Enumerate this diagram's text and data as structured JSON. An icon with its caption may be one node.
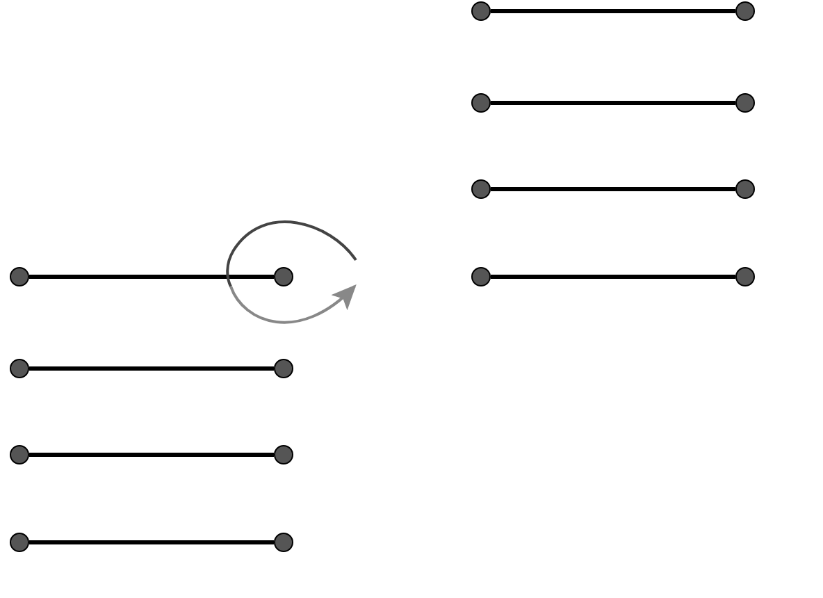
{
  "diagram": {
    "nodes": [
      {
        "text": [],
        "shape": "circle"
      },
      {
        "text": [],
        "shape": "circle"
      },
      {
        "text": [],
        "shape": "circle"
      },
      {
        "text": [],
        "shape": "circle"
      },
      {
        "text": [],
        "shape": "circle"
      },
      {
        "text": [],
        "shape": "circle"
      },
      {
        "text": [],
        "shape": "circle"
      },
      {
        "text": [],
        "shape": "circle"
      },
      {
        "text": [],
        "shape": "circle"
      },
      {
        "text": [],
        "shape": "circle"
      },
      {
        "text": [],
        "shape": "circle"
      },
      {
        "text": [],
        "shape": "circle"
      },
      {
        "text": [],
        "shape": "circle"
      },
      {
        "text": [],
        "shape": "circle"
      },
      {
        "text": [],
        "shape": "circle"
      },
      {
        "text": [],
        "shape": "circle"
      }
    ],
    "edges": [
      {
        "from": 0,
        "to": 1,
        "arrow": "none"
      },
      {
        "from": 2,
        "to": 3,
        "arrow": "none"
      },
      {
        "from": 4,
        "to": 5,
        "arrow": "none"
      },
      {
        "from": 6,
        "to": 7,
        "arrow": "none"
      },
      {
        "from": 8,
        "to": 9,
        "arrow": "none"
      },
      {
        "from": 10,
        "to": 11,
        "arrow": "none"
      },
      {
        "from": 12,
        "to": 13,
        "arrow": "none"
      },
      {
        "from": 14,
        "to": 15,
        "arrow": "none"
      }
    ]
  }
}
